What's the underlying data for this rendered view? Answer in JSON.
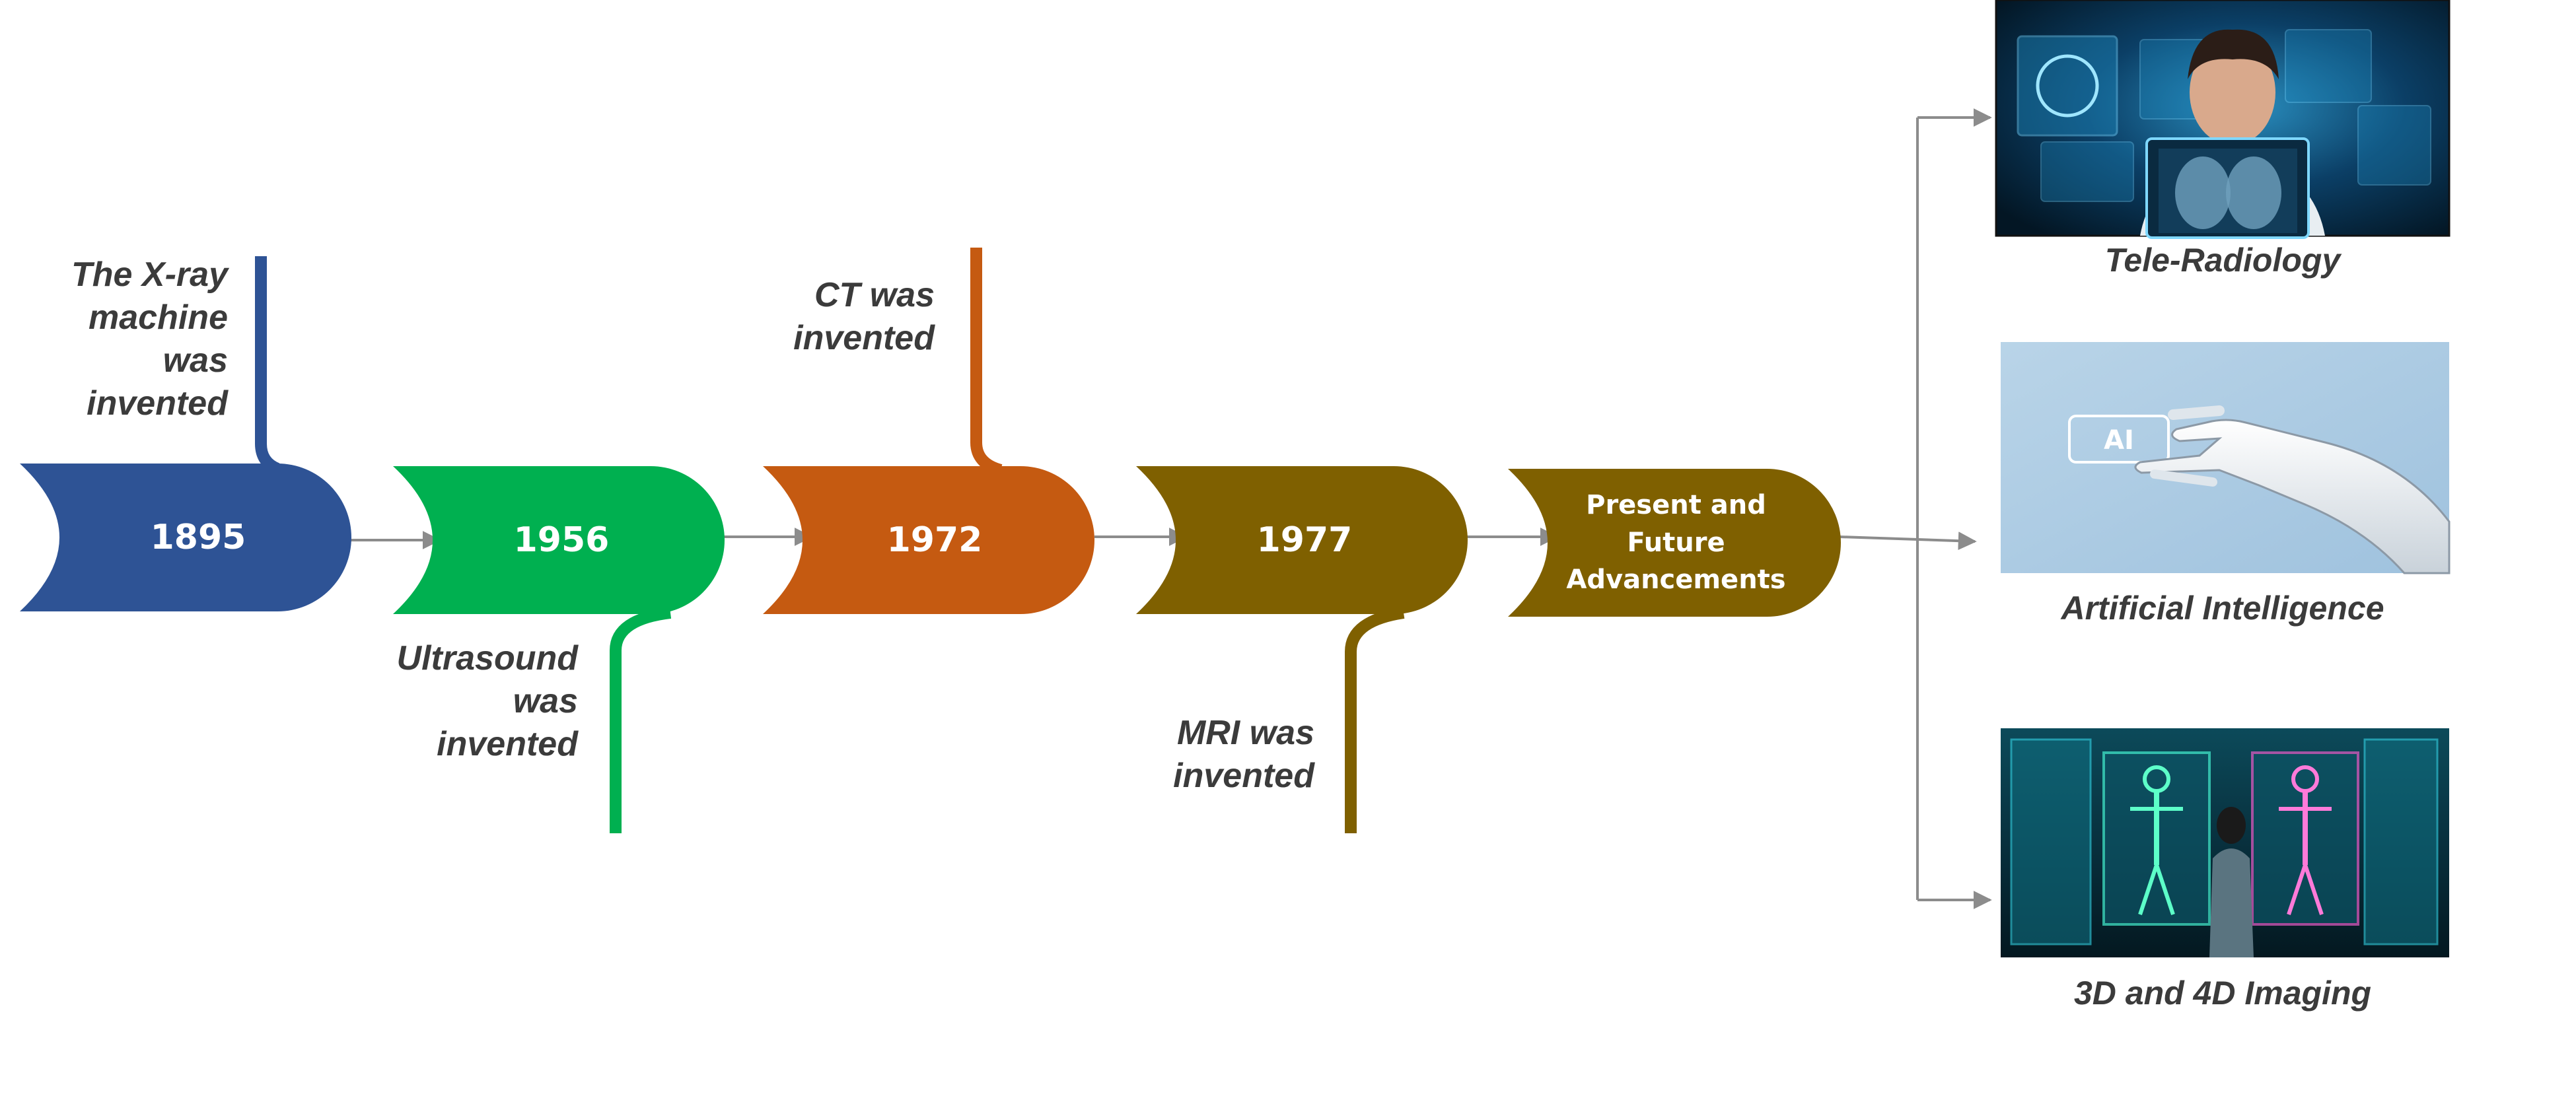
{
  "timeline": {
    "nodes": [
      {
        "label": "1895",
        "color": "#2E5395",
        "event": "The X-ray\nmachine\nwas\ninvented",
        "event_side": "above"
      },
      {
        "label": "1956",
        "color": "#00B050",
        "event": "Ultrasound\nwas\ninvented",
        "event_side": "below"
      },
      {
        "label": "1972",
        "color": "#C55A11",
        "event": "CT was\ninvented",
        "event_side": "above"
      },
      {
        "label": "1977",
        "color": "#7F6000",
        "event": "MRI was\ninvented",
        "event_side": "below"
      },
      {
        "label": "Present and\nFuture\nAdvancements",
        "color": "#7F6000"
      }
    ],
    "connector_color": "#8c8c8c"
  },
  "future": [
    {
      "caption": "Tele-Radiology",
      "image": "doctor-holographic-screens-image"
    },
    {
      "caption": "Artificial Intelligence",
      "image": "robot-hand-ai-image"
    },
    {
      "caption": "3D and 4D Imaging",
      "image": "holographic-skeleton-imaging-image"
    }
  ]
}
